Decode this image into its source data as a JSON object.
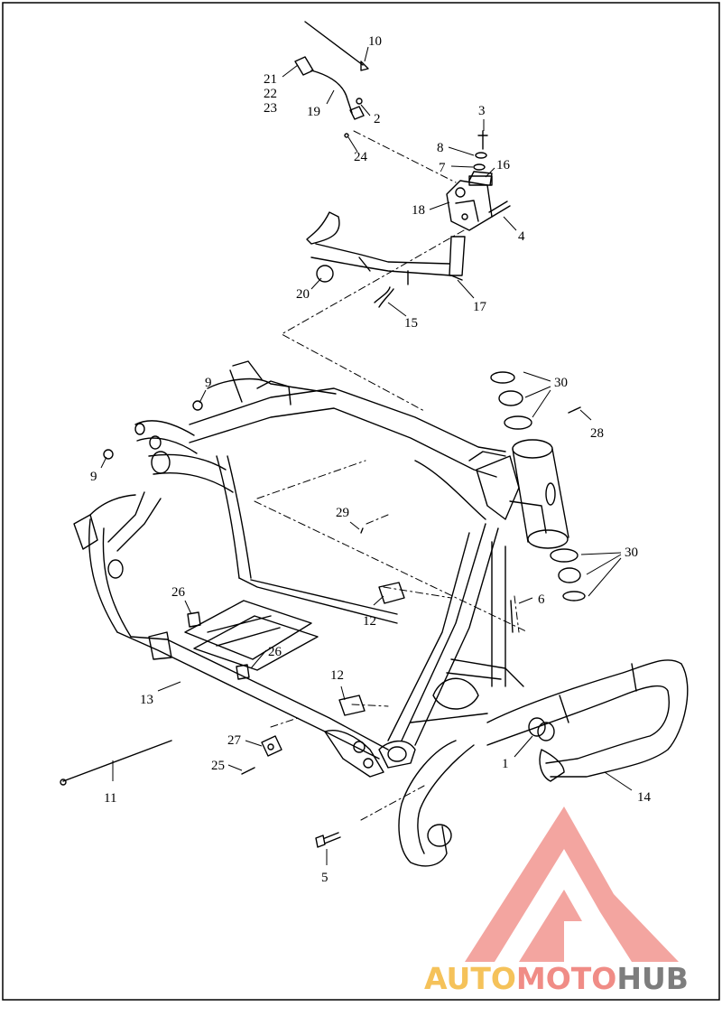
{
  "diagram": {
    "callouts": [
      {
        "id": "c10",
        "label": "10"
      },
      {
        "id": "c21",
        "label": "21"
      },
      {
        "id": "c22",
        "label": "22"
      },
      {
        "id": "c23",
        "label": "23"
      },
      {
        "id": "c19",
        "label": "19"
      },
      {
        "id": "c2",
        "label": "2"
      },
      {
        "id": "c3",
        "label": "3"
      },
      {
        "id": "c8",
        "label": "8"
      },
      {
        "id": "c7",
        "label": "7"
      },
      {
        "id": "c16",
        "label": "16"
      },
      {
        "id": "c24",
        "label": "24"
      },
      {
        "id": "c18",
        "label": "18"
      },
      {
        "id": "c4",
        "label": "4"
      },
      {
        "id": "c20",
        "label": "20"
      },
      {
        "id": "c17",
        "label": "17"
      },
      {
        "id": "c15",
        "label": "15"
      },
      {
        "id": "c9a",
        "label": "9"
      },
      {
        "id": "c9b",
        "label": "9"
      },
      {
        "id": "c30a",
        "label": "30"
      },
      {
        "id": "c28",
        "label": "28"
      },
      {
        "id": "c29",
        "label": "29"
      },
      {
        "id": "c30b",
        "label": "30"
      },
      {
        "id": "c6",
        "label": "6"
      },
      {
        "id": "c26a",
        "label": "26"
      },
      {
        "id": "c12a",
        "label": "12"
      },
      {
        "id": "c26b",
        "label": "26"
      },
      {
        "id": "c12b",
        "label": "12"
      },
      {
        "id": "c13",
        "label": "13"
      },
      {
        "id": "c27",
        "label": "27"
      },
      {
        "id": "c25",
        "label": "25"
      },
      {
        "id": "c1",
        "label": "1"
      },
      {
        "id": "c14",
        "label": "14"
      },
      {
        "id": "c11",
        "label": "11"
      },
      {
        "id": "c5",
        "label": "5"
      }
    ]
  },
  "watermark": {
    "part1": "AUTO",
    "part2": "MOTO",
    "part3": "HUB",
    "color_part1": "#f5c25a",
    "color_part2": "#f08c86",
    "color_part3": "#7d7d7d",
    "logo_color": "#f08c86"
  }
}
